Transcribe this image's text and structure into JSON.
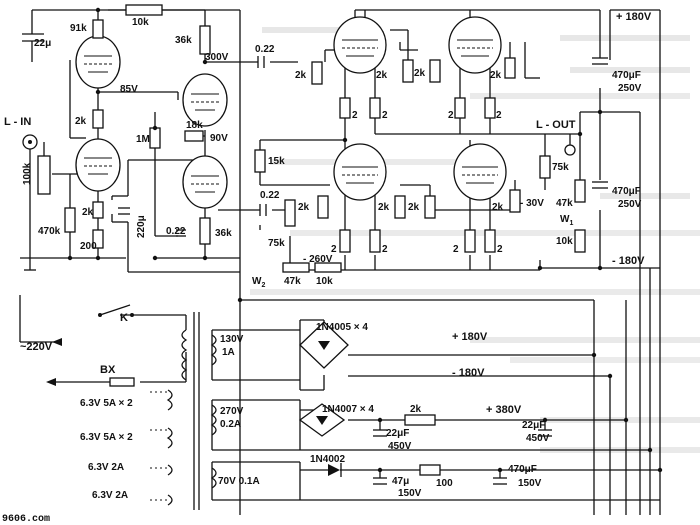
{
  "watermark": "9606.com",
  "rails": {
    "pos180": "+ 180V",
    "neg180": "- 180V",
    "neg260": "- 260V",
    "neg30": "- 30V",
    "v300": "300V",
    "v85": "85V",
    "v90": "90V"
  },
  "io": {
    "input": "L - IN",
    "output": "L - OUT"
  },
  "resistors": {
    "r91k": "91k",
    "r10k_top": "10k",
    "r36k_top": "36k",
    "r36k_bot": "36k",
    "r2k_a": "2k",
    "r2k_b": "2k",
    "r1M": "1M",
    "r18k": "18k",
    "r100k": "100k",
    "r470k": "470k",
    "r200": "200",
    "r15k": "15k",
    "r75k_a": "75k",
    "r75k_b": "75k",
    "r47k": "47k",
    "r10k_pot": "10k",
    "r47k_b": "47k",
    "r10k_b": "10k",
    "r2k_g1": "2k",
    "r2k_g2": "2k",
    "r2k_g3": "2k",
    "r2k_g4": "2k",
    "r2k_g5": "2k",
    "r2k_g6": "2k",
    "r2k_g7": "2k",
    "r2k_g8": "2k",
    "r2_1": "2",
    "r2_2": "2",
    "r2_3": "2",
    "r2_4": "2",
    "r2_5": "2",
    "r2_6": "2",
    "r2_7": "2",
    "r2_8": "2"
  },
  "capacitors": {
    "c22u": "22μ",
    "c022_a": "0.22",
    "c022_b": "0.22",
    "c022_c": "0.22",
    "c220u": "220μ",
    "c470_top": "470μF",
    "c470_top_v": "250V",
    "c470_mid": "470μF",
    "c470_mid_v": "250V"
  },
  "pots": {
    "w1": "W",
    "w1_sub": "1",
    "w2": "W",
    "w2_sub": "2"
  },
  "power": {
    "switch": "K",
    "mains": "~220V",
    "fuse": "BX",
    "sec1": "130V",
    "sec1_i": "1A",
    "sec2": "270V",
    "sec2_i": "0.2A",
    "sec3": "70V 0.1A",
    "h1": "6.3V 5A × 2",
    "h2": "6.3V 5A × 2",
    "h3": "6.3V 2A",
    "h4": "6.3V 2A",
    "br1": "1N4005 × 4",
    "br2": "1N4007 × 4",
    "d1": "1N4002",
    "out_p180": "+ 180V",
    "out_n180": "- 180V",
    "out_p380": "+ 380V",
    "r2k": "2k",
    "r100": "100",
    "c22a": "22μF",
    "c22a_v": "450V",
    "c22b": "22μF",
    "c22b_v": "450V",
    "c47": "47μ",
    "c47_v": "150V",
    "c470": "470μF",
    "c470_v": "150V"
  }
}
